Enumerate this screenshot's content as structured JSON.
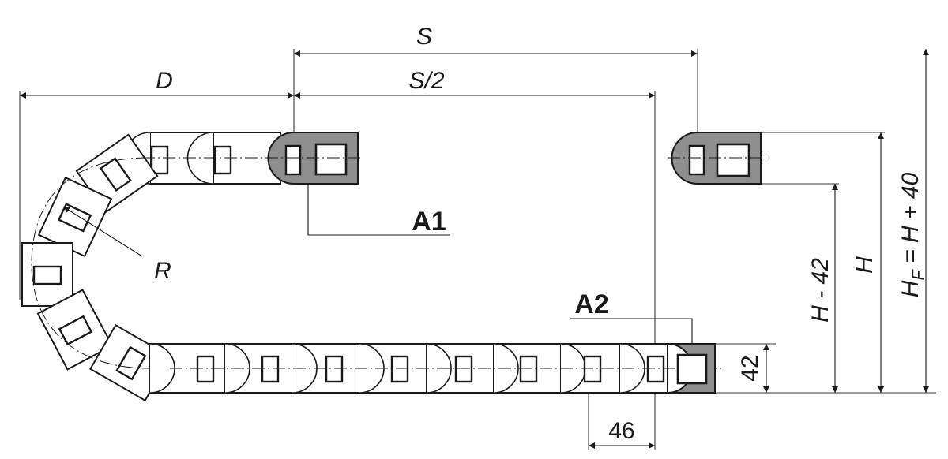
{
  "labels": {
    "S": "S",
    "S_half": "S/2",
    "D": "D",
    "R": "R",
    "A1": "A1",
    "A2": "A2",
    "H_minus_42": "H - 42",
    "H": "H",
    "HF_main": "H",
    "HF_sub": "F",
    "HF_rest": " = H + 40",
    "dim_42": "42",
    "dim_46": "46"
  }
}
